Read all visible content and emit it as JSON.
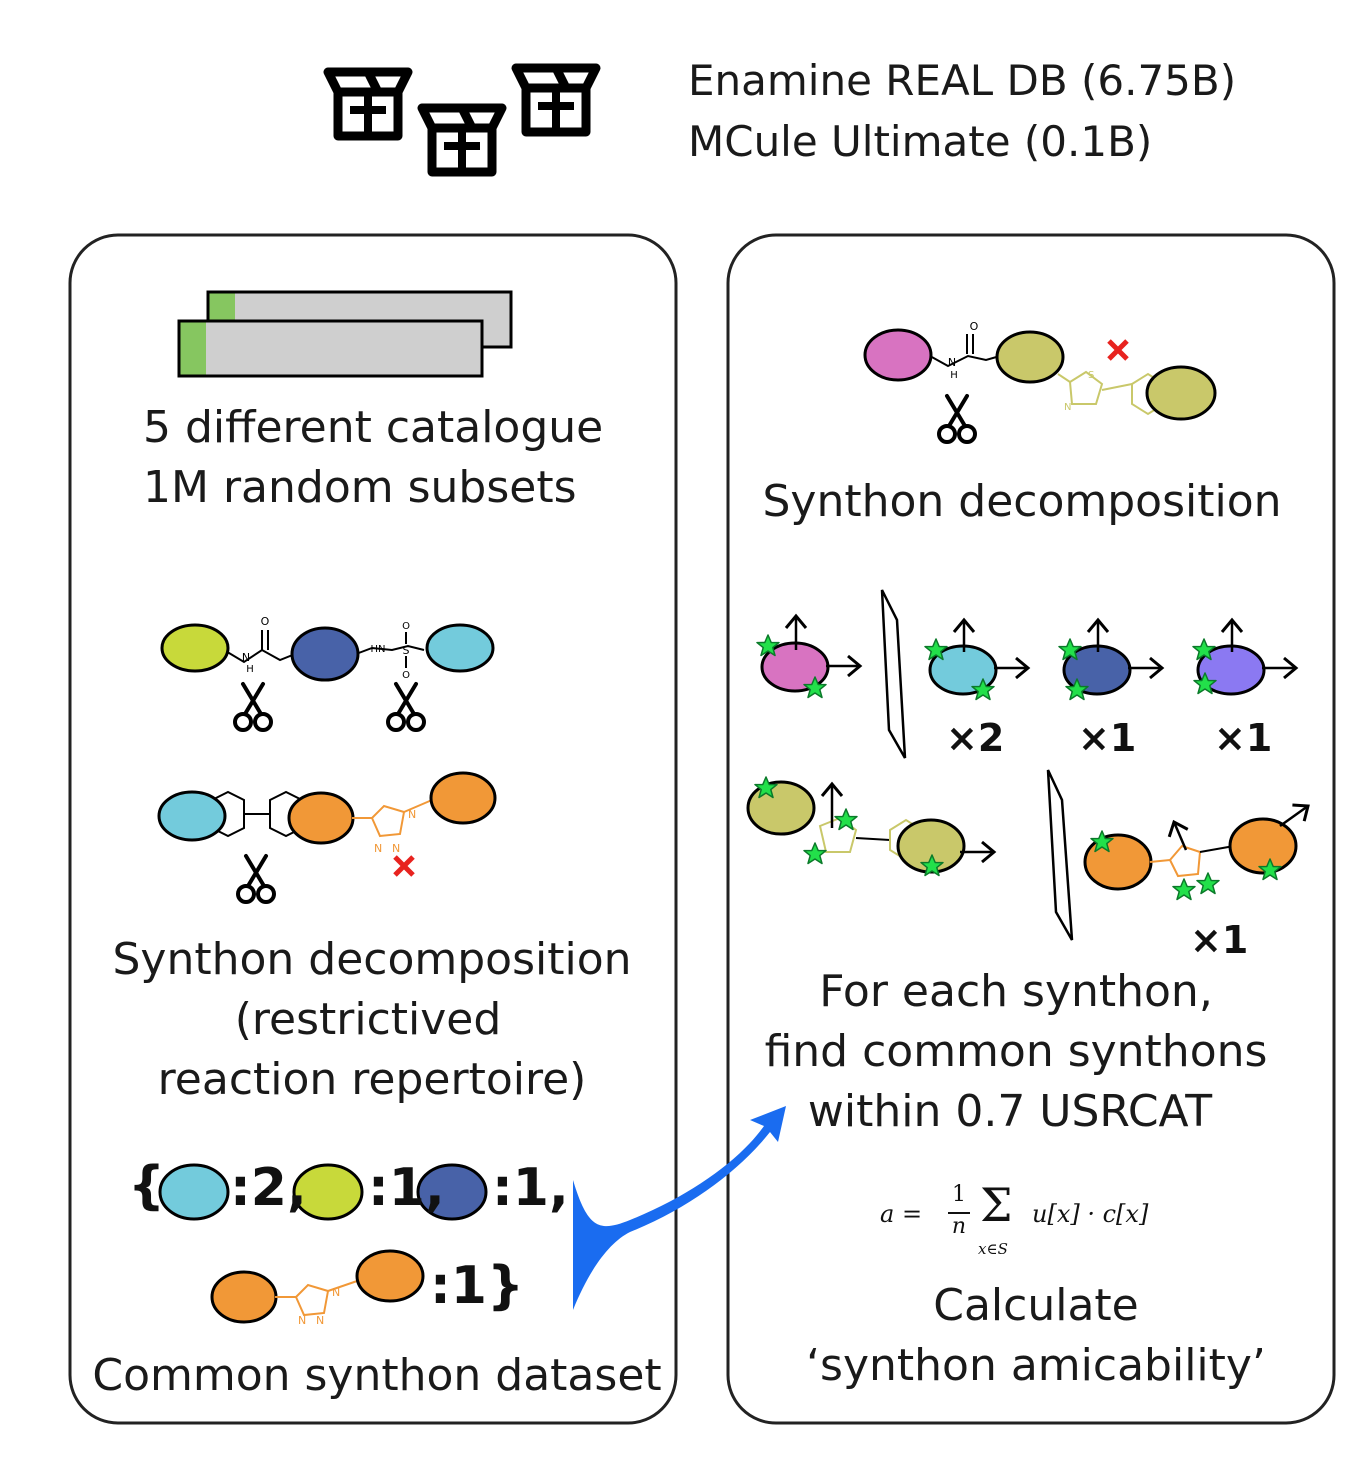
{
  "header": {
    "db_line_1": "Enamine REAL DB (6.75B)",
    "db_line_2": "MCule Ultimate (0.1B)",
    "icon": "open-box-icon"
  },
  "left_panel": {
    "subsets_line_1": "5 different catalogue",
    "subsets_line_2": "1M random subsets",
    "decomp_line_1": "Synthon decomposition",
    "decomp_line_2": "(restrictived",
    "decomp_line_3": "reaction repertoire)",
    "set_open": "{",
    "count_1": ":2,",
    "count_2": ":1,",
    "count_3": ":1,",
    "count_4": ":1}",
    "footer": "Common synthon dataset",
    "mol_labels": {
      "o": "O",
      "nh": "N",
      "h": "H",
      "hn": "HN",
      "s": "S",
      "n": "N"
    }
  },
  "right_panel": {
    "title": "Synthon decomposition",
    "mult_1": "×2",
    "mult_2": "×1",
    "mult_3": "×1",
    "mult_4": "×1",
    "find_line_1": "For each synthon,",
    "find_line_2": "find common synthons",
    "find_line_3": "within 0.7 USRCAT",
    "formula_lhs": "a =",
    "formula_frac_num": "1",
    "formula_frac_den": "n",
    "formula_sum": "Σ",
    "formula_sub": "x∈S",
    "formula_body": "u[x] · c[x]",
    "calc_line_1": "Calculate",
    "calc_line_2": "‘synthon amicability’"
  },
  "colors": {
    "magenta": "#d873c1",
    "olive": "#c9c86a",
    "lime": "#c8d93a",
    "navy": "#4862a8",
    "cyan": "#73cbdc",
    "orange": "#f19837",
    "violet": "#8b79f2",
    "star": "#22e04a",
    "arrow_blue": "#1a6cf0",
    "cut_red": "#e8231f",
    "bar_green": "#86c660",
    "bar_gray": "#cfcfcf"
  }
}
